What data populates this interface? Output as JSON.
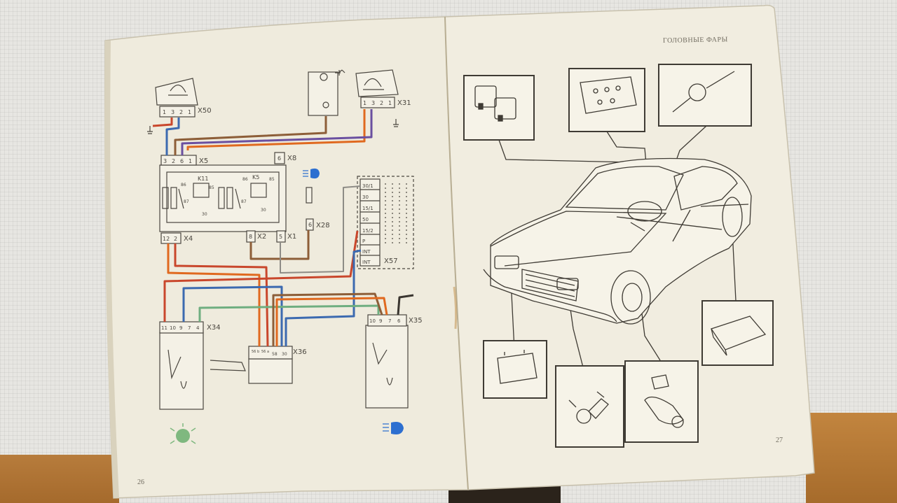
{
  "header": {
    "title": "ГОЛОВНЫЕ ФАРЫ"
  },
  "pages": {
    "left_number": "26",
    "right_number": "27"
  },
  "connectors": {
    "x50": {
      "label": "X50",
      "pins": [
        "1",
        "3",
        "2",
        "1"
      ]
    },
    "x31": {
      "label": "X31",
      "pins": [
        "1",
        "3",
        "2",
        "1"
      ]
    },
    "x5": {
      "label": "X5",
      "pins": [
        "3",
        "2",
        "6",
        "1"
      ]
    },
    "x8": {
      "label": "X8",
      "pins": [
        "6"
      ]
    },
    "x28": {
      "label": "X28",
      "pins": [
        "6"
      ]
    },
    "x4": {
      "label": "X4",
      "pins": [
        "12",
        "2"
      ]
    },
    "x2": {
      "label": "X2",
      "pins": [
        "8"
      ]
    },
    "x1": {
      "label": "X1",
      "pins": [
        "5"
      ]
    },
    "x57": {
      "label": "X57",
      "pins": [
        "30/1",
        "30",
        "15/1",
        "50",
        "15/2",
        "P",
        "INT",
        "INT"
      ]
    },
    "x34": {
      "label": "X34",
      "pins": [
        "11",
        "10",
        "9",
        "7",
        "4"
      ]
    },
    "x36": {
      "label": "X36",
      "pins": [
        "56 b",
        "56 a",
        "58",
        "30"
      ]
    },
    "x35": {
      "label": "X35",
      "pins": [
        "10",
        "9",
        "7",
        "6"
      ]
    }
  },
  "relays": {
    "k11": {
      "label": "K11",
      "terminals": [
        "86",
        "85",
        "30",
        "87"
      ]
    },
    "k5": {
      "label": "K5",
      "terminals": [
        "86",
        "85",
        "30",
        "87"
      ]
    }
  },
  "colors": {
    "wire_orange": "#e0691f",
    "wire_blue": "#3c6ab0",
    "wire_green": "#6fae80",
    "wire_brown": "#8d5e38",
    "wire_violet": "#6a4fa0",
    "wire_red": "#c9472c",
    "lamp_green": "#7fb87f",
    "lamp_blue": "#2d6fd0"
  },
  "icons": [
    "high-beam-indicator-icon",
    "low-beam-indicator-icon",
    "headlamp-symbol-icon",
    "ground-icon",
    "battery-icon"
  ]
}
